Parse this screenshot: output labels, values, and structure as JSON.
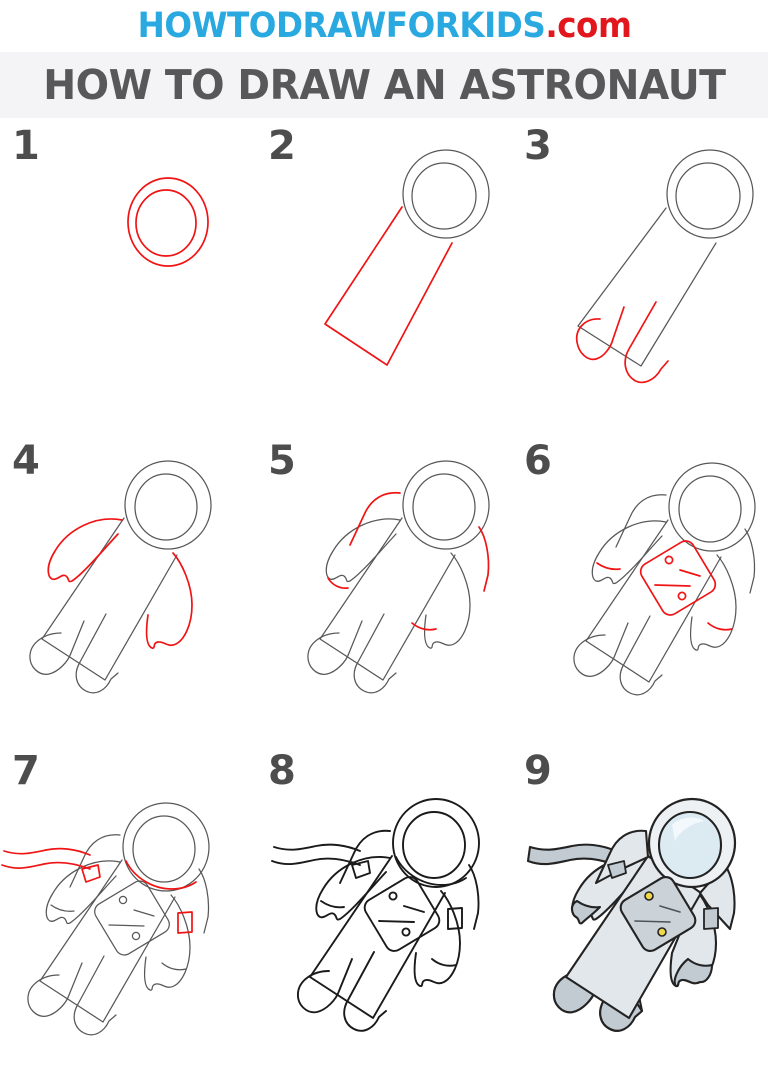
{
  "brand": {
    "name_primary": "HOWTODRAWFORKIDS",
    "name_suffix": ".com",
    "color_primary": "#29A9E0",
    "color_suffix": "#E2171E"
  },
  "title": {
    "text": "HOW TO DRAW AN ASTRONAUT",
    "color": "#58585A",
    "band_background": "#F4F4F6"
  },
  "tutorial": {
    "subject": "astronaut",
    "total_steps": 9,
    "guide_stroke_color": "#58585A",
    "new_stroke_color": "#F01414",
    "outline_stroke_color": "#1A1A1A",
    "steps": [
      {
        "number": "1",
        "new_parts": "helmet outer and inner circles"
      },
      {
        "number": "2",
        "new_parts": "tilted rectangular torso"
      },
      {
        "number": "3",
        "new_parts": "two legs and boots"
      },
      {
        "number": "4",
        "new_parts": "two arms with mitten hands"
      },
      {
        "number": "5",
        "new_parts": "shoulder and armhole curves"
      },
      {
        "number": "6",
        "new_parts": "chest control panel and wrist cuffs"
      },
      {
        "number": "7",
        "new_parts": "air hose, visor rim, side pockets"
      },
      {
        "number": "8",
        "new_parts": "final black outline"
      },
      {
        "number": "9",
        "new_parts": "colored astronaut"
      }
    ]
  },
  "colors": {
    "suit_light": "#E2E7EB",
    "suit_shade": "#C2CBD2",
    "visor_glass": "#DCEAF2",
    "visor_rim": "#EDF1F4",
    "panel": "#CBD3D9",
    "button_yellow": "#EFD94A",
    "outline": "#232323",
    "page_background": "#FFFFFF"
  }
}
